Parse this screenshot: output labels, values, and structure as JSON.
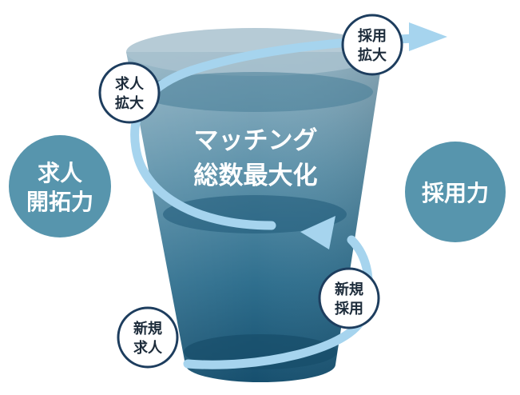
{
  "center_text": {
    "line1": "マッチング",
    "line2": "総数最大化"
  },
  "side_left": {
    "line1": "求人",
    "line2": "開拓力"
  },
  "side_right": {
    "line1": "採用力"
  },
  "badges": {
    "top_left": {
      "line1": "求人",
      "line2": "拡大"
    },
    "top_right": {
      "line1": "採用",
      "line2": "拡大"
    },
    "bottom_left": {
      "line1": "新規",
      "line2": "求人"
    },
    "bottom_right": {
      "line1": "新規",
      "line2": "採用"
    }
  },
  "colors": {
    "cup_top": "#8fb1c2",
    "cup_bottom": "#164f6e",
    "side_circle": "#5795ad",
    "arrow": "#a6d4ee",
    "badge_border": "#1d3d5e"
  }
}
